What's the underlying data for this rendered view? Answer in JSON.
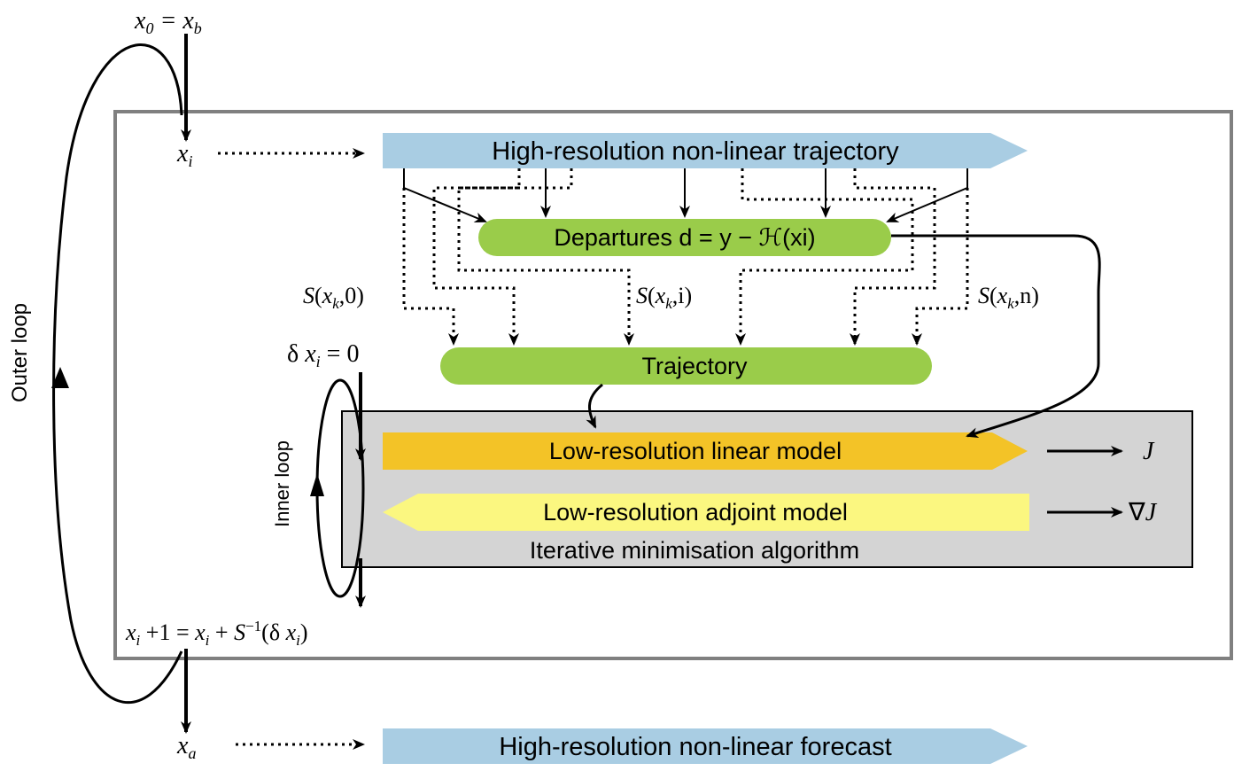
{
  "labels": {
    "x0_eq_xb": "x0 = xb",
    "xi": "xi",
    "xa": "xa",
    "outer_loop": "Outer loop",
    "inner_loop": "Inner loop",
    "delta_xi_zero": "δ xi = 0",
    "update_equation": "xi +1 = xi + S−1(δ xi)",
    "s_xk_0": "S(xk,0)",
    "s_xk_i": "S(xk,i)",
    "s_xk_n": "S(xk,n)",
    "j": "J",
    "grad_j": "∇J"
  },
  "boxes": {
    "hr_trajectory": "High-resolution non-linear trajectory",
    "departures": "Departures d = y − ℋ(xi)",
    "trajectory": "Trajectory",
    "lr_linear": "Low-resolution linear model",
    "lr_adjoint": "Low-resolution adjoint model",
    "iterative": "Iterative minimisation algorithm",
    "hr_forecast": "High-resolution non-linear forecast"
  },
  "colors": {
    "blue_arrow": "#a9cde3",
    "green_box": "#9acc4a",
    "orange_arrow": "#f3c327",
    "yellow_arrow": "#fbf780",
    "grey_panel": "#d4d4d4",
    "frame": "#808080"
  }
}
